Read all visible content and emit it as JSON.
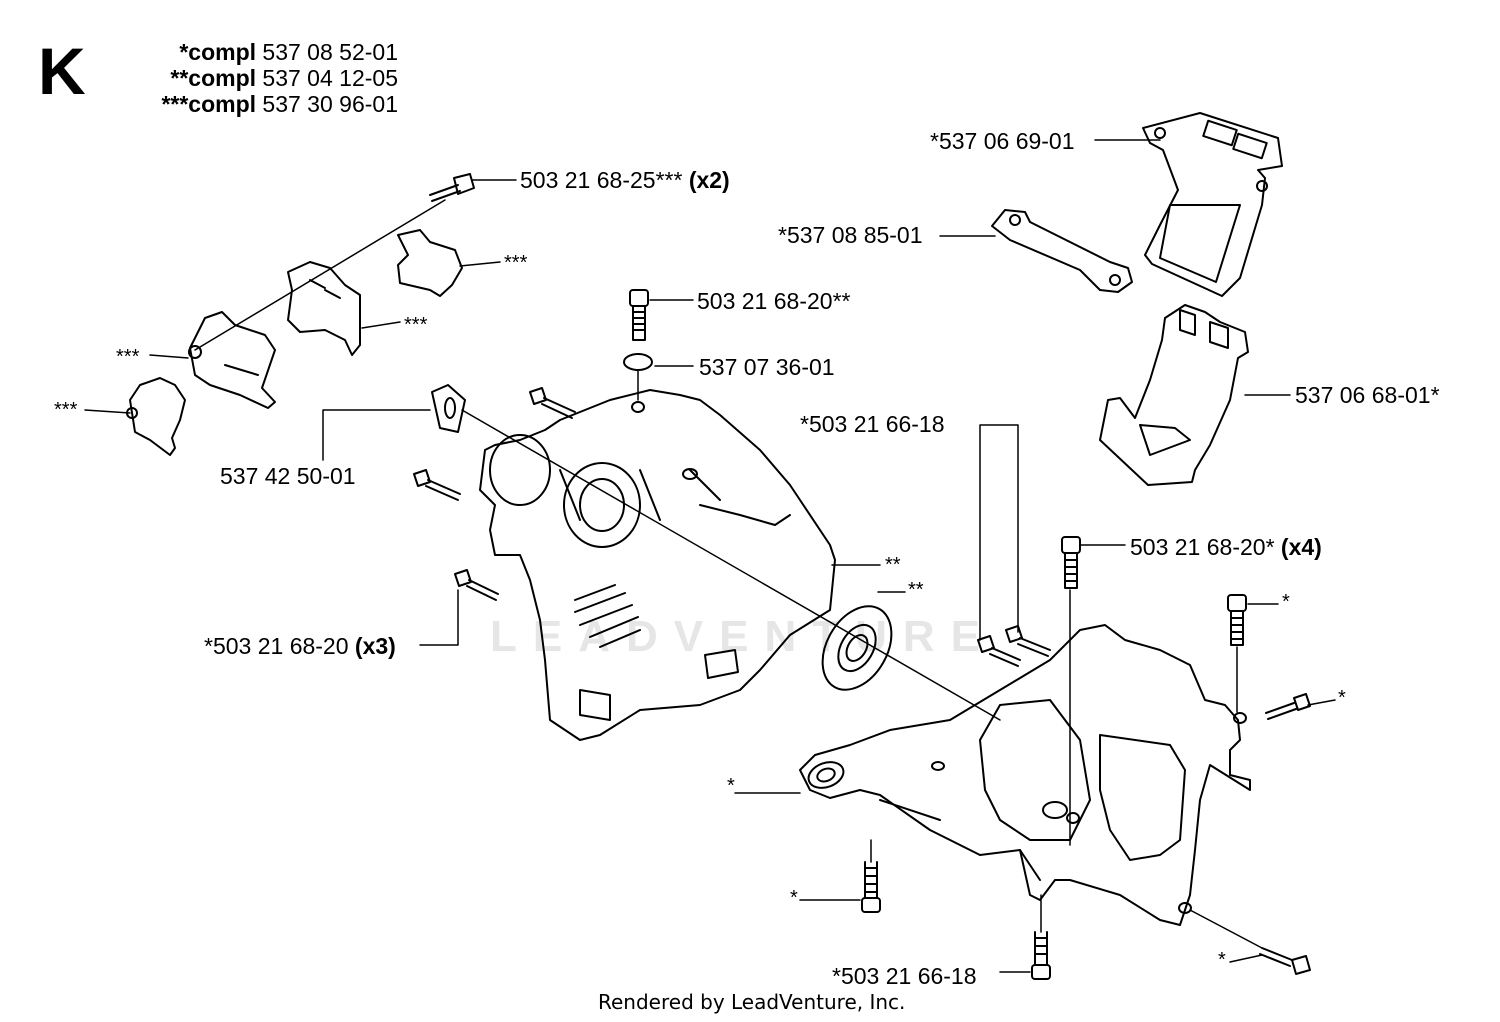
{
  "figure": {
    "section_letter": "K",
    "kits": [
      {
        "prefix": "*compl",
        "number": "537 08 52-01"
      },
      {
        "prefix": "**compl",
        "number": "537 04 12-05"
      },
      {
        "prefix": "***compl",
        "number": "537 30 96-01"
      }
    ],
    "parts": {
      "p1": {
        "number": "*537 06 69-01",
        "qty": ""
      },
      "p2": {
        "number": "503 21 68-25***",
        "qty": "(x2)"
      },
      "p3": {
        "number": "*537 08 85-01",
        "qty": ""
      },
      "p4": {
        "number": "503 21 68-20**",
        "qty": ""
      },
      "p5": {
        "number": "537 07 36-01",
        "qty": ""
      },
      "p6": {
        "number": "537 06 68-01*",
        "qty": ""
      },
      "p7": {
        "number": "537 42 50-01",
        "qty": ""
      },
      "p8": {
        "number": "*503 21 66-18",
        "qty": ""
      },
      "p9": {
        "number": "503 21 68-20*",
        "qty": "(x4)"
      },
      "p10": {
        "number": "*503 21 68-20",
        "qty": "(x3)"
      },
      "p11": {
        "number": "*503 21 66-18",
        "qty": ""
      }
    },
    "markers": {
      "m1": "***",
      "m2": "***",
      "m3": "***",
      "m4": "***",
      "m5": "**",
      "m6": "**",
      "m7": "*",
      "m8": "*",
      "m9": "*",
      "m10": "*",
      "m11": "*"
    },
    "watermark": "LEADVENTURE",
    "footer": "Rendered by LeadVenture, Inc.",
    "colors": {
      "ink": "#000000",
      "paper": "#ffffff",
      "watermark": "#e6e6e6"
    }
  }
}
